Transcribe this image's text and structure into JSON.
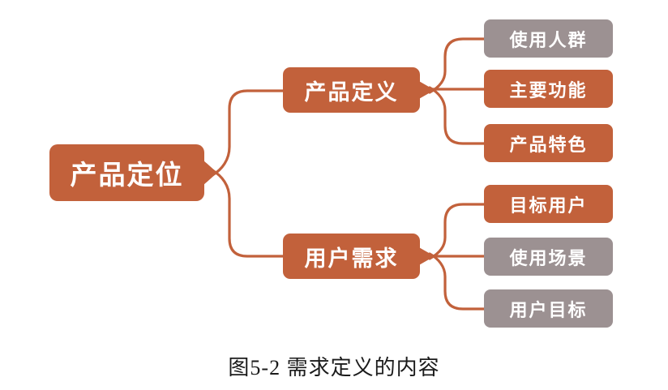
{
  "figure": {
    "caption": "图5-2 需求定义的内容"
  },
  "colors": {
    "node_orange": "#C2613B",
    "node_gray": "#9C9192",
    "node_text": "#FFFFFF",
    "caption_text": "#1B1B1B",
    "background": "#FFFFFF"
  },
  "mindmap": {
    "root": {
      "label": "产品定位",
      "color": "orange"
    },
    "branches": [
      {
        "label": "产品定义",
        "color": "orange",
        "children": [
          {
            "label": "使用人群",
            "color": "gray"
          },
          {
            "label": "主要功能",
            "color": "orange"
          },
          {
            "label": "产品特色",
            "color": "orange"
          }
        ]
      },
      {
        "label": "用户需求",
        "color": "orange",
        "children": [
          {
            "label": "目标用户",
            "color": "orange"
          },
          {
            "label": "使用场景",
            "color": "gray"
          },
          {
            "label": "用户目标",
            "color": "gray"
          }
        ]
      }
    ]
  }
}
